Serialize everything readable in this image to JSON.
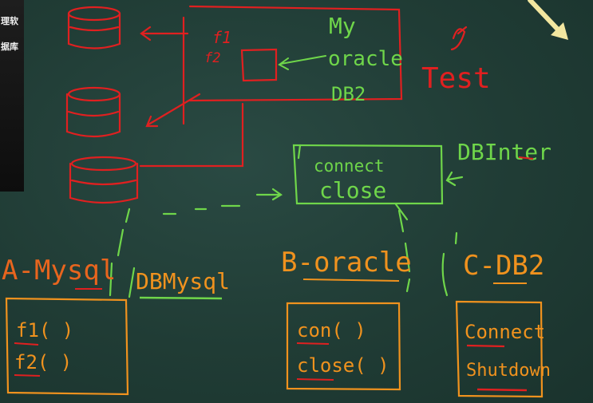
{
  "side_panel": {
    "line1": "理软",
    "line2": "据库"
  },
  "labels": {
    "my_oracle_db2_top": "My",
    "my_oracle_db2_mid": "oracle",
    "my_oracle_db2_bottom": "DB2",
    "test": "Test",
    "f1": "f1",
    "f2": "f2",
    "interface_title": "DBInter",
    "connect": "connect",
    "close": "close",
    "class_a": "A-Mysql",
    "db_mysql": "DBMysql",
    "class_b": "B-oracle",
    "class_c": "C-DB2",
    "a_method1": "f1( )",
    "a_method2": "f2( )",
    "b_method1": "con( )",
    "b_method2": "close( )",
    "c_method1": "Connect",
    "c_method2": "Shutdown"
  },
  "colors": {
    "board": "#203c35",
    "red": "#e02020",
    "green": "#6fd64a",
    "orange": "#f0921e",
    "yellow": "#f3e7a0"
  }
}
